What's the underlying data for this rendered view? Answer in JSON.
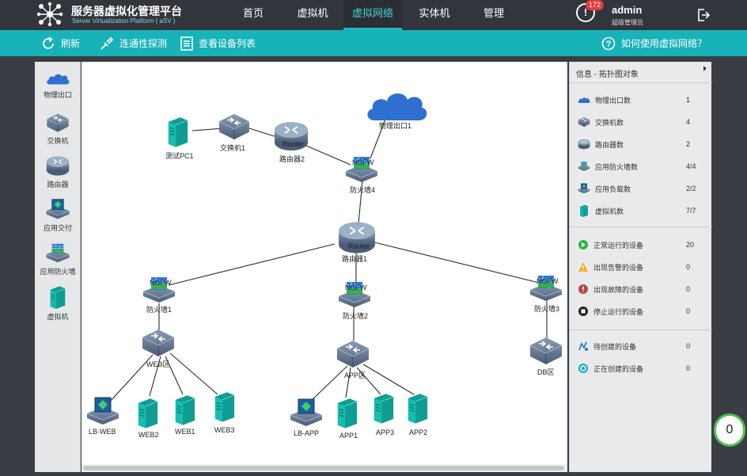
{
  "brand": {
    "title": "服务器虚拟化管理平台",
    "subtitle": "Server Virtualization Platform ( aSV )"
  },
  "nav": [
    {
      "label": "首页"
    },
    {
      "label": "虚拟机"
    },
    {
      "label": "虚拟网络",
      "active": true
    },
    {
      "label": "实体机"
    },
    {
      "label": "管理"
    }
  ],
  "alert": {
    "symbol": "!",
    "count": "172"
  },
  "user": {
    "name": "admin",
    "role": "超级管理员"
  },
  "toolbar": {
    "refresh": "刷新",
    "probe": "连通性探测",
    "device_list": "查看设备列表",
    "help": "如何使用虚拟网络？"
  },
  "palette": [
    {
      "label": "物理出口",
      "icon": "cloud-icon"
    },
    {
      "label": "交换机",
      "icon": "switch-icon"
    },
    {
      "label": "路由器",
      "icon": "router-icon"
    },
    {
      "label": "应用交付",
      "icon": "load-balancer-icon"
    },
    {
      "label": "应用防火墙",
      "icon": "firewall-icon"
    },
    {
      "label": "虚拟机",
      "icon": "vm-icon"
    }
  ],
  "topology": {
    "nodes": {
      "pc1": "测试PC1",
      "sw1": "交换机1",
      "r2": "路由器2",
      "exit1": "物理出口1",
      "fw4": "防火墙4",
      "r1": "路由器1",
      "fw1": "防火墙1",
      "fw2": "防火墙2",
      "fw3": "防火墙3",
      "web_sw": "WEB区",
      "app_sw": "APP区",
      "db_sw": "DB区",
      "lb_web": "LB-WEB",
      "web2": "WEB2",
      "web1": "WEB1",
      "web3": "WEB3",
      "lb_app": "LB-APP",
      "app1": "APP1",
      "app3": "APP3",
      "app2": "APP2"
    },
    "device_text": {
      "router": "Router",
      "ngfw": "NGFW"
    }
  },
  "info": {
    "title": "信息 - 拓扑图对象",
    "collapse": "⏵",
    "objects": [
      {
        "label": "物理出口数",
        "value": "1"
      },
      {
        "label": "交换机数",
        "value": "4"
      },
      {
        "label": "路由器数",
        "value": "2"
      },
      {
        "label": "应用防火墙数",
        "value": "4/4"
      },
      {
        "label": "应用负载数",
        "value": "2/2"
      },
      {
        "label": "虚拟机数",
        "value": "7/7"
      }
    ],
    "status": [
      {
        "label": "正常运行的设备",
        "value": "20"
      },
      {
        "label": "出现告警的设备",
        "value": "0"
      },
      {
        "label": "出现故障的设备",
        "value": "0"
      },
      {
        "label": "停止运行的设备",
        "value": "0"
      }
    ],
    "pending": [
      {
        "label": "待创建的设备",
        "value": "0"
      },
      {
        "label": "正在创建的设备",
        "value": "0"
      }
    ]
  },
  "float_badge": "0",
  "colors": {
    "accent": "#18b2b9",
    "nav_bg": "#32353b",
    "device": "#5a6f86",
    "alert": "#e53b3b"
  }
}
